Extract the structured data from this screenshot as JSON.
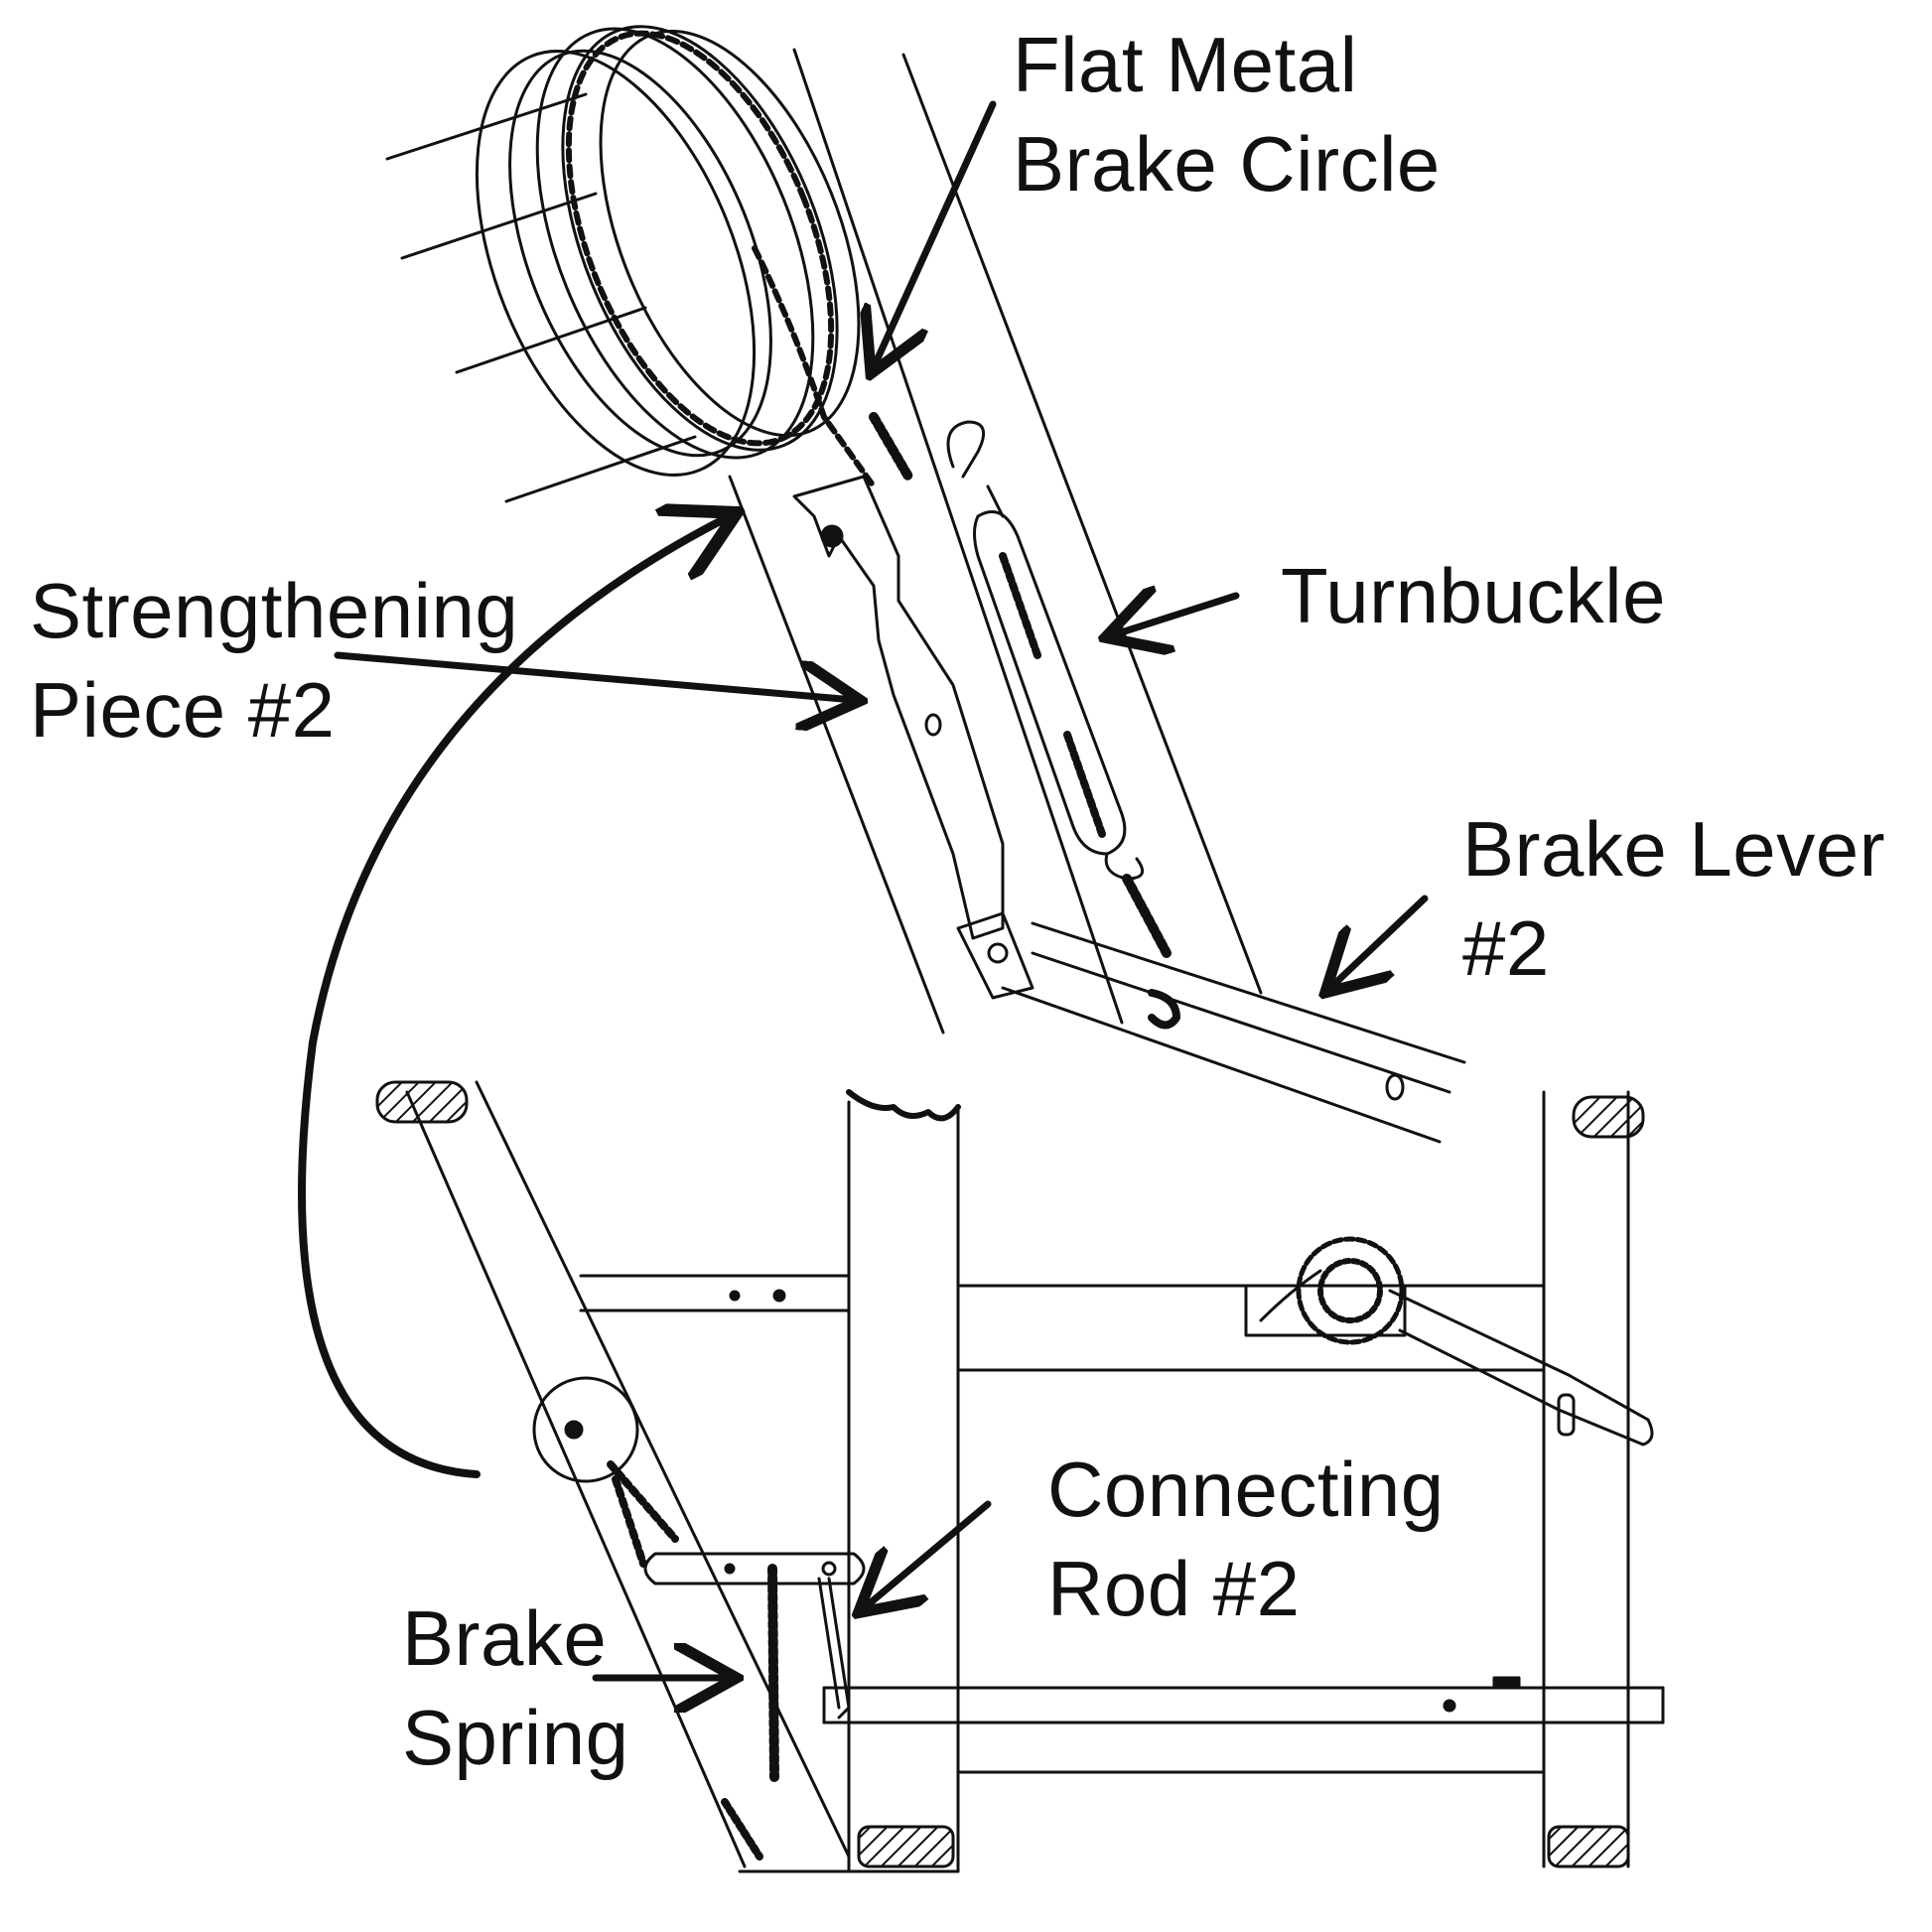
{
  "labels": {
    "flat_metal_brake_circle": [
      "Flat Metal",
      "Brake Circle"
    ],
    "turnbuckle": [
      "Turnbuckle"
    ],
    "strengthening_piece": [
      "Strengthening",
      "Piece #2"
    ],
    "brake_lever": [
      "Brake Lever",
      "#2"
    ],
    "connecting_rod": [
      "Connecting",
      "Rod #2"
    ],
    "brake_spring": [
      "Brake",
      "Spring"
    ]
  },
  "colors": {
    "ink": "#111111",
    "background": "#ffffff"
  }
}
